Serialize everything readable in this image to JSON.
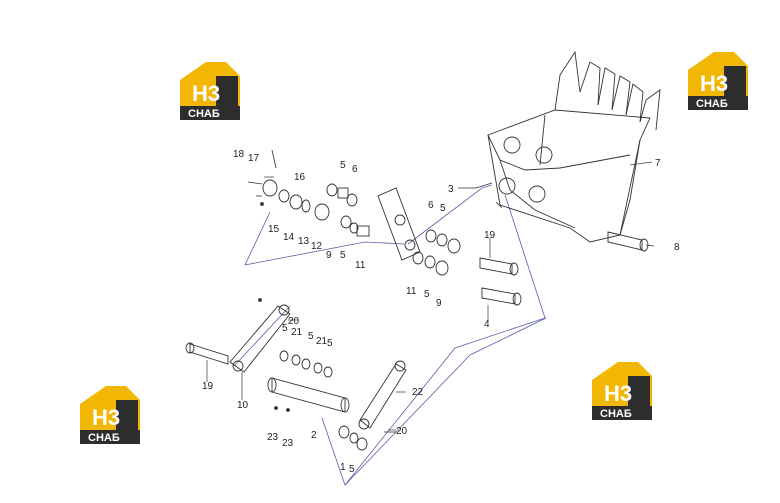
{
  "logo": {
    "mark": "Н3",
    "caption": "СНАБ",
    "colors": {
      "yellow": "#f2b705",
      "dark": "#2d2d2d",
      "text": "#ffffff"
    }
  },
  "diagram": {
    "line_color": "#333333",
    "guide_color": "#5a5fa8",
    "callouts": [
      {
        "id": "c1",
        "text": "1"
      },
      {
        "id": "c2",
        "text": "2"
      },
      {
        "id": "c3",
        "text": "3"
      },
      {
        "id": "c4",
        "text": "4"
      },
      {
        "id": "c5a",
        "text": "5"
      },
      {
        "id": "c5b",
        "text": "5"
      },
      {
        "id": "c5c",
        "text": "5"
      },
      {
        "id": "c5d",
        "text": "5"
      },
      {
        "id": "c5e",
        "text": "5"
      },
      {
        "id": "c5f",
        "text": "5"
      },
      {
        "id": "c5g",
        "text": "5"
      },
      {
        "id": "c5h",
        "text": "5"
      },
      {
        "id": "c6a",
        "text": "6"
      },
      {
        "id": "c6b",
        "text": "6"
      },
      {
        "id": "c7",
        "text": "7"
      },
      {
        "id": "c8",
        "text": "8"
      },
      {
        "id": "c9a",
        "text": "9"
      },
      {
        "id": "c9b",
        "text": "9"
      },
      {
        "id": "c10",
        "text": "10"
      },
      {
        "id": "c11a",
        "text": "11"
      },
      {
        "id": "c11b",
        "text": "11"
      },
      {
        "id": "c12",
        "text": "12"
      },
      {
        "id": "c13",
        "text": "13"
      },
      {
        "id": "c14",
        "text": "14"
      },
      {
        "id": "c15",
        "text": "15"
      },
      {
        "id": "c16",
        "text": "16"
      },
      {
        "id": "c17",
        "text": "17"
      },
      {
        "id": "c18",
        "text": "18"
      },
      {
        "id": "c19a",
        "text": "19"
      },
      {
        "id": "c19b",
        "text": "19"
      },
      {
        "id": "c20a",
        "text": "20"
      },
      {
        "id": "c20b",
        "text": "20"
      },
      {
        "id": "c21a",
        "text": "21"
      },
      {
        "id": "c21b",
        "text": "21"
      },
      {
        "id": "c22",
        "text": "22"
      },
      {
        "id": "c23a",
        "text": "23"
      },
      {
        "id": "c23b",
        "text": "23"
      }
    ]
  }
}
